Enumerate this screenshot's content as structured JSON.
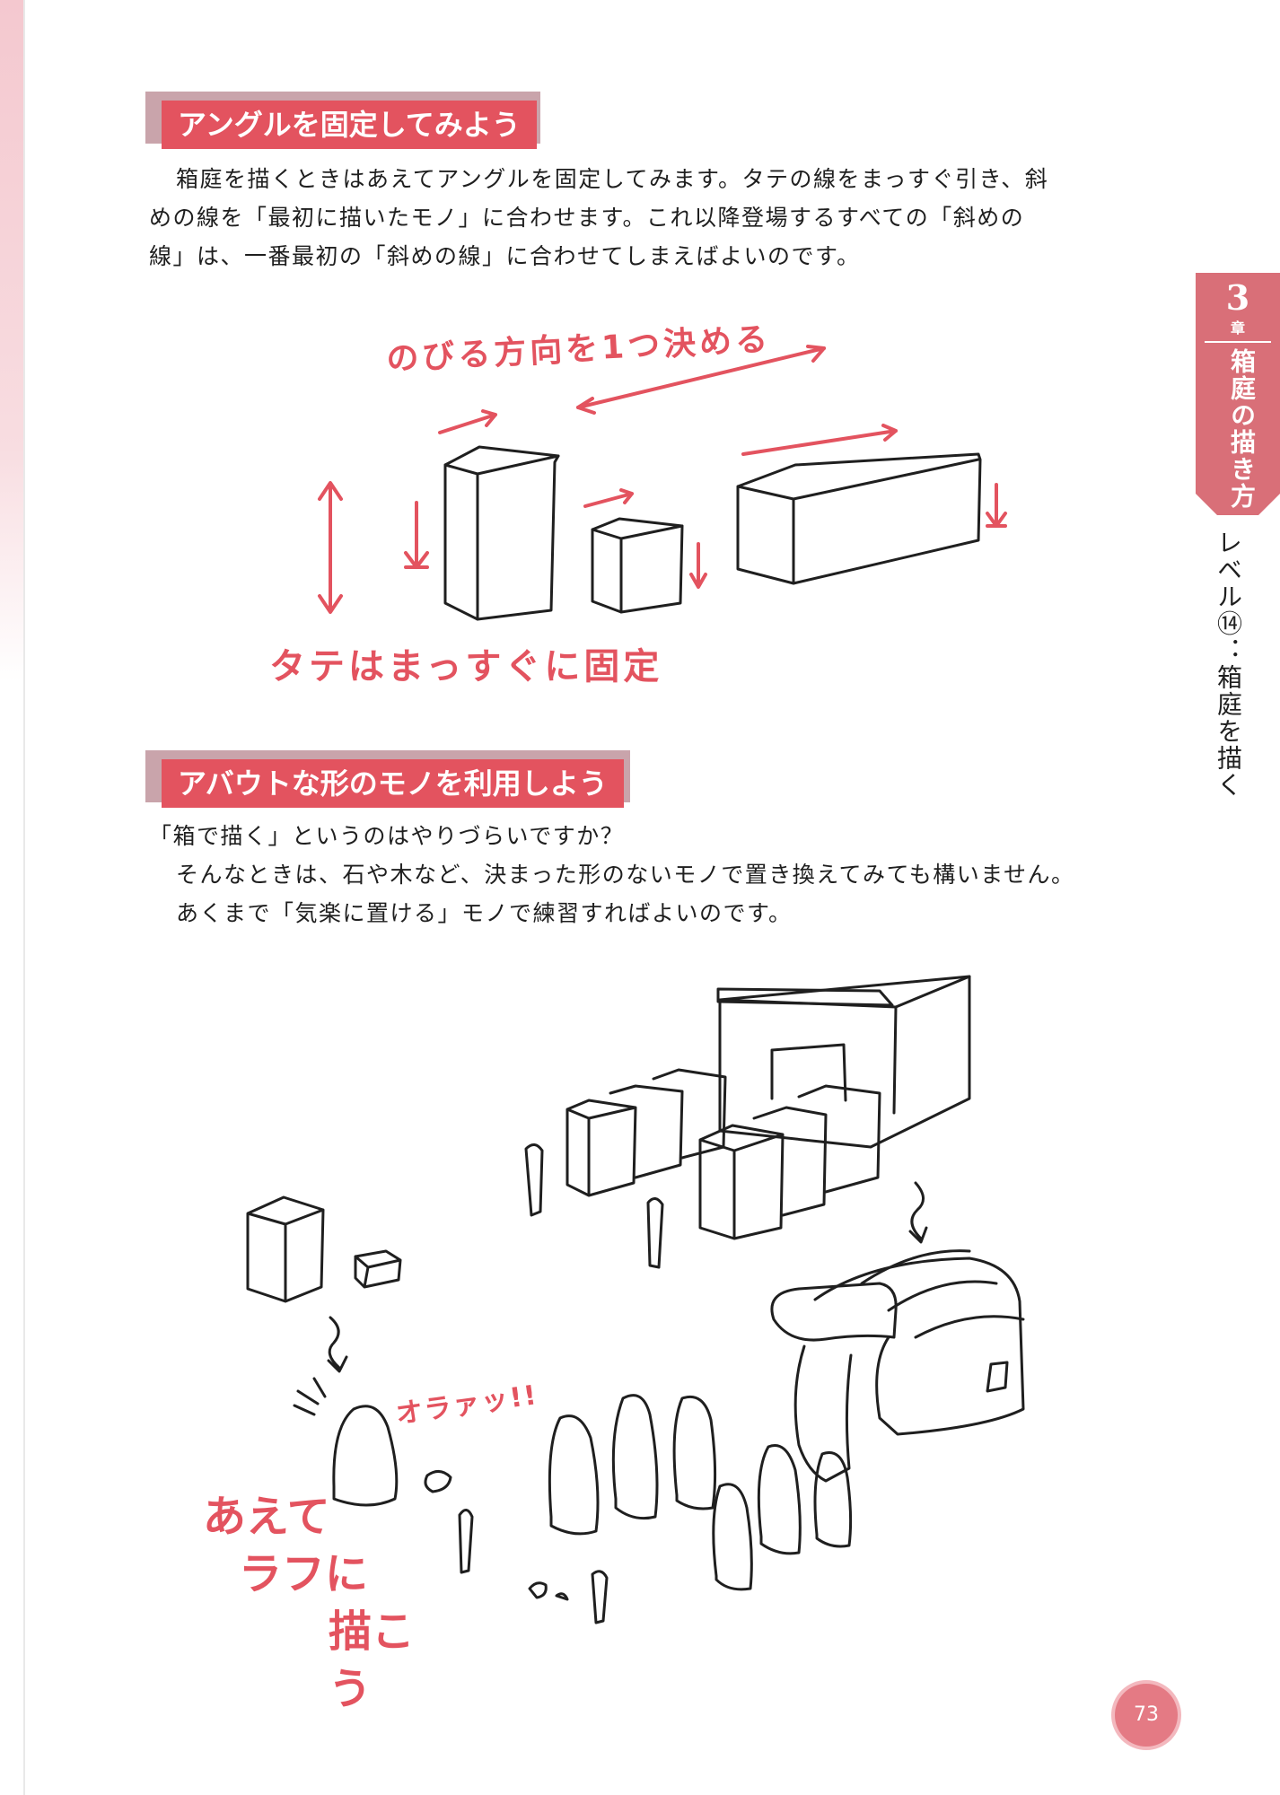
{
  "colors": {
    "accent": "#e3535f",
    "heading_shadow": "#c9a4ab",
    "page_badge": "#e47a84"
  },
  "section1": {
    "heading": "アングルを固定してみよう",
    "lines": [
      "箱庭を描くときはあえてアングルを固定してみます。タテの線をまっすぐ引き、斜",
      "めの線を「最初に描いたモノ」に合わせます。これ以降登場するすべての「斜めの",
      "線」は、一番最初の「斜めの線」に合わせてしまえばよいのです。"
    ]
  },
  "figure1": {
    "label_top": "のびる方向を1つ決める",
    "label_bottom": "タテはまっすぐに固定"
  },
  "section2": {
    "heading": "アバウトな形のモノを利用しよう",
    "lines": [
      "「箱で描く」というのはやりづらいですか？",
      "そんなときは、石や木など、決まった形のないモノで置き換えてみても構いません。",
      "あくまで「気楽に置ける」モノで練習すればよいのです。"
    ]
  },
  "figure2": {
    "shout": "オラァッ!!",
    "note_lines": [
      "あえて",
      "ラフに",
      "描こう"
    ]
  },
  "chapter": {
    "number": "3",
    "suffix": "章",
    "title": "箱庭の描き方"
  },
  "section_label": "レベル⑭：箱庭を描く",
  "page_number": "73"
}
